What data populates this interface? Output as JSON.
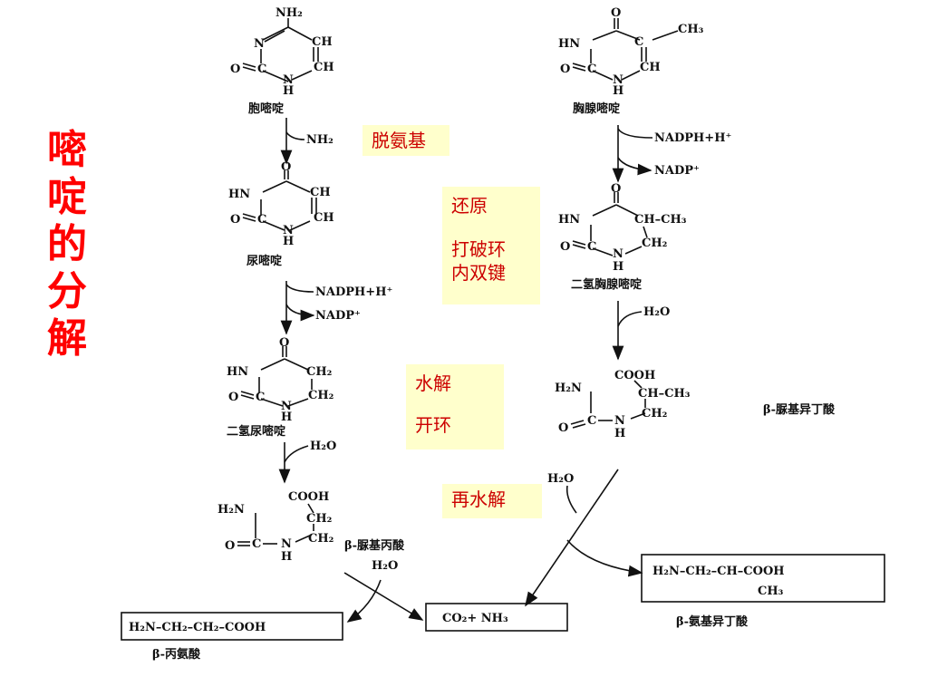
{
  "title_chars": [
    "嘧",
    "啶",
    "的",
    "分",
    "解"
  ],
  "notes": {
    "deamination": "脱氨基",
    "reduction": [
      "还原",
      "打破环",
      "内双键"
    ],
    "hydrolysis": [
      "水解",
      "开环"
    ],
    "rehydrolysis": "再水解"
  },
  "compounds": {
    "cytosine": "胞嘧啶",
    "uracil": "尿嘧啶",
    "dihydrouracil": "二氢尿嘧啶",
    "ureidopropionate": "β-脲基丙酸",
    "beta_alanine_label": "β-丙氨酸",
    "thymine": "胸腺嘧啶",
    "dihydrothymine": "二氢胸腺嘧啶",
    "ureidoisobutyrate": "β-脲基异丁酸",
    "aminoisobutyrate_label": "β-氨基异丁酸"
  },
  "reagents": {
    "nh2": "NH₂",
    "nadph_left": "NADPH+H⁺",
    "nadp_left": "NADP⁺",
    "h2o_1": "H₂O",
    "h2o_2": "H₂O",
    "nadph_right": "NADPH+H⁺",
    "nadp_right": "NADP⁺",
    "h2o_3": "H₂O",
    "h2o_4": "H₂O"
  },
  "products": {
    "beta_alanine": "H₂N–CH₂–CH₂–COOH",
    "co2_nh3": "CO₂+ NH₃",
    "aminoisobutyrate_main": "H₂N–CH₂–CH–COOH",
    "aminoisobutyrate_methyl": "CH₃"
  },
  "atoms": {
    "NH2": "NH₂",
    "N": "N",
    "HN": "HN",
    "H": "H",
    "O": "O",
    "CH": "CH",
    "CH3": "CH₃",
    "CH2": "CH₂",
    "C": "C",
    "H2N": "H₂N",
    "COOH": "COOH",
    "CHCH3": "CH–CH₃"
  }
}
